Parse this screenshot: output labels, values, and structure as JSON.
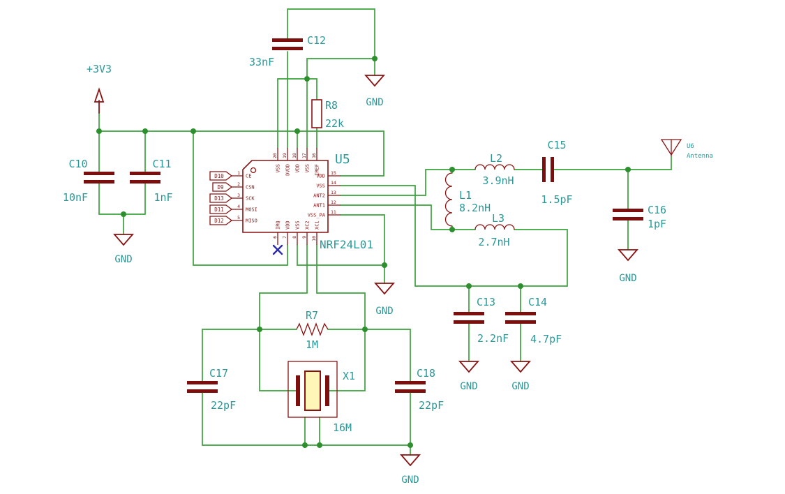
{
  "schematic": {
    "power_rail": "+3V3",
    "gnd": "GND"
  },
  "ic": {
    "ref": "U5",
    "value": "NRF24L01",
    "pins_left": [
      {
        "num": "1",
        "name": "CE",
        "tag": "D10"
      },
      {
        "num": "2",
        "name": "CSN",
        "tag": "D9"
      },
      {
        "num": "3",
        "name": "SCK",
        "tag": "D13"
      },
      {
        "num": "4",
        "name": "MOSI",
        "tag": "D11"
      },
      {
        "num": "5",
        "name": "MISO",
        "tag": "D12"
      }
    ],
    "pins_right": [
      {
        "num": "15",
        "name": "VDD"
      },
      {
        "num": "14",
        "name": "VSS"
      },
      {
        "num": "13",
        "name": "ANT2"
      },
      {
        "num": "12",
        "name": "ANT1"
      },
      {
        "num": "11",
        "name": "VSS_PA"
      }
    ],
    "pins_top": [
      {
        "num": "20",
        "name": "VSS"
      },
      {
        "num": "19",
        "name": "DVDD"
      },
      {
        "num": "18",
        "name": "VDD"
      },
      {
        "num": "17",
        "name": "VSS"
      },
      {
        "num": "16",
        "name": "IREF"
      }
    ],
    "pins_bottom": [
      {
        "num": "6",
        "name": "IRQ"
      },
      {
        "num": "7",
        "name": "VDD"
      },
      {
        "num": "8",
        "name": "VSS"
      },
      {
        "num": "9",
        "name": "XC2"
      },
      {
        "num": "10",
        "name": "XC1"
      }
    ]
  },
  "components": {
    "c10": {
      "ref": "C10",
      "value": "10nF"
    },
    "c11": {
      "ref": "C11",
      "value": "1nF"
    },
    "c12": {
      "ref": "C12",
      "value": "33nF"
    },
    "c13": {
      "ref": "C13",
      "value": "2.2nF"
    },
    "c14": {
      "ref": "C14",
      "value": "4.7pF"
    },
    "c15": {
      "ref": "C15",
      "value": "1.5pF"
    },
    "c16": {
      "ref": "C16",
      "value": "1pF"
    },
    "c17": {
      "ref": "C17",
      "value": "22pF"
    },
    "c18": {
      "ref": "C18",
      "value": "22pF"
    },
    "r7": {
      "ref": "R7",
      "value": "1M"
    },
    "r8": {
      "ref": "R8",
      "value": "22k"
    },
    "l1": {
      "ref": "L1",
      "value": "8.2nH"
    },
    "l2": {
      "ref": "L2",
      "value": "3.9nH"
    },
    "l3": {
      "ref": "L3",
      "value": "2.7nH"
    },
    "x1": {
      "ref": "X1",
      "value": "16M"
    },
    "u6": {
      "ref": "U6",
      "value": "Antenna"
    }
  },
  "colors": {
    "wire": "#3aa23a",
    "symbol_outline": "#8a1212",
    "label_text": "#2b9898",
    "no_connect": "#2a2aa8",
    "crystal_fill": "#fdf6b6",
    "background": "#ffffff"
  }
}
